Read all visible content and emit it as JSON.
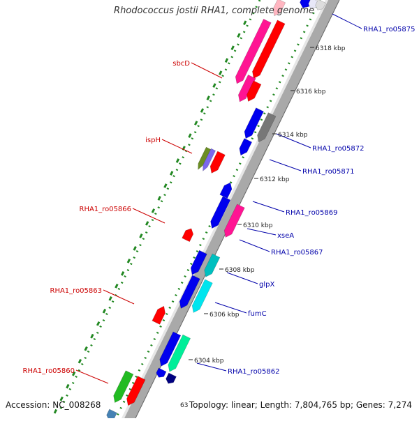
{
  "title": "Rhodococcus jostii RHA1, complete genome",
  "footer": {
    "accession": "Accession: NC_008268",
    "topology": "Topology: linear; Length: 7,804,765 bp; Genes: 7,274",
    "cut_label": "63"
  },
  "scale": {
    "ticks": [
      {
        "label": "6318 kbp"
      },
      {
        "label": "6316 kbp"
      },
      {
        "label": "6314 kbp"
      },
      {
        "label": "6312 kbp"
      },
      {
        "label": "6310 kbp"
      },
      {
        "label": "6308 kbp"
      },
      {
        "label": "6306 kbp"
      },
      {
        "label": "6304 kbp"
      }
    ]
  },
  "genes_left": [
    {
      "label": "sbcD"
    },
    {
      "label": "ispH"
    },
    {
      "label": "RHA1_ro05866"
    },
    {
      "label": "RHA1_ro05863"
    },
    {
      "label": "RHA1_ro05860"
    }
  ],
  "genes_right": [
    {
      "label": "RHA1_ro05875"
    },
    {
      "label": "RHA1_ro05872"
    },
    {
      "label": "RHA1_ro05871"
    },
    {
      "label": "RHA1_ro05869"
    },
    {
      "label": "xseA"
    },
    {
      "label": "RHA1_ro05867"
    },
    {
      "label": "glpX"
    },
    {
      "label": "fumC"
    },
    {
      "label": "RHA1_ro05862"
    }
  ],
  "colors": {
    "left_label": "#cc0000",
    "right_label": "#0000aa",
    "tick": "#228822"
  }
}
